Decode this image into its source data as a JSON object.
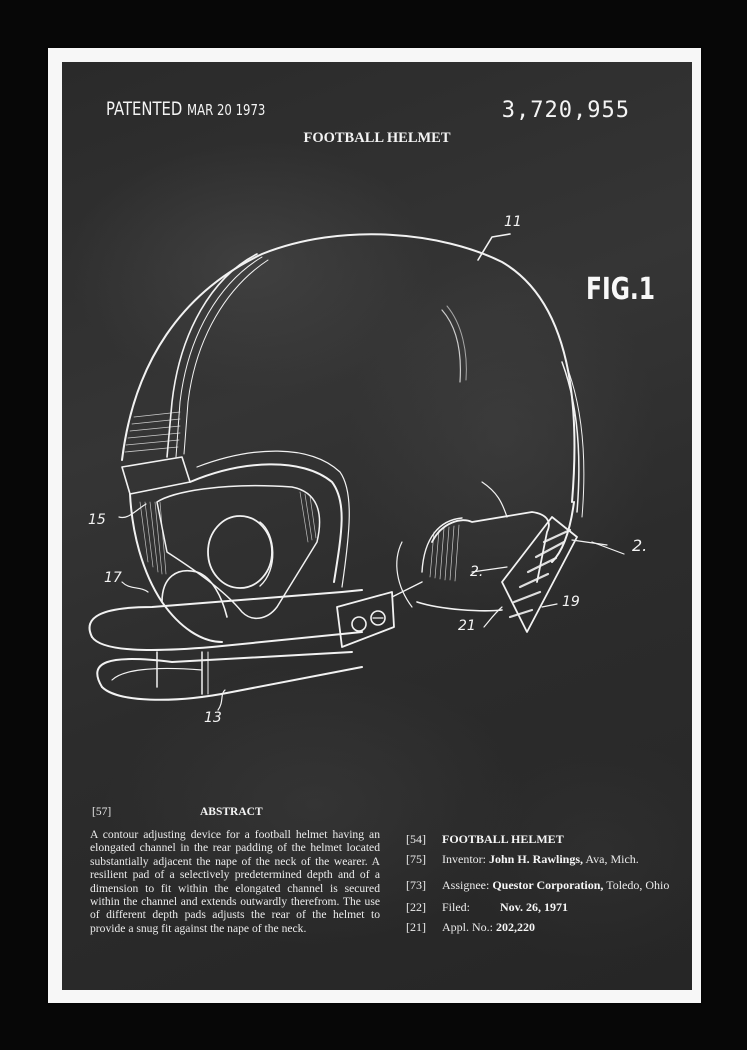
{
  "header": {
    "patented_word": "PATENTED",
    "patented_date": "MAR 20 1973",
    "patent_number": "3,720,955",
    "title": "FOOTBALL HELMET"
  },
  "figure": {
    "label": "FIG.1",
    "reference_numerals": [
      {
        "id": "11",
        "text": "11"
      },
      {
        "id": "15",
        "text": "15"
      },
      {
        "id": "17",
        "text": "17"
      },
      {
        "id": "13",
        "text": "13"
      },
      {
        "id": "2a",
        "text": "2."
      },
      {
        "id": "2b",
        "text": "2."
      },
      {
        "id": "21",
        "text": "21"
      },
      {
        "id": "19",
        "text": "19"
      }
    ]
  },
  "abstract": {
    "code": "[57]",
    "title": "ABSTRACT",
    "text": "A contour adjusting device for a football helmet having an elongated channel in the rear padding of the helmet located substantially adjacent the nape of the neck of the wearer. A resilient pad of a selectively predetermined depth and of a dimension to fit within the elongated channel is secured within the channel and extends outwardly therefrom. The use of different depth pads adjusts the rear of the helmet to provide a snug fit against the nape of the neck."
  },
  "bibliographic": [
    {
      "code": "[54]",
      "label": "",
      "value": "FOOTBALL HELMET",
      "extra": ""
    },
    {
      "code": "[75]",
      "label": "Inventor:",
      "value": "John H. Rawlings,",
      "extra": " Ava, Mich."
    },
    {
      "code": "[73]",
      "label": "Assignee:",
      "value": "Questor Corporation,",
      "extra": " Toledo, Ohio"
    },
    {
      "code": "[22]",
      "label": "Filed:",
      "value": "Nov. 26, 1971",
      "extra": ""
    },
    {
      "code": "[21]",
      "label": "Appl. No.:",
      "value": "202,220",
      "extra": ""
    }
  ],
  "colors": {
    "frame": "#070707",
    "mat": "#f7f7f7",
    "board": "#2e2e2e",
    "chalk": "#f4f4f4"
  }
}
